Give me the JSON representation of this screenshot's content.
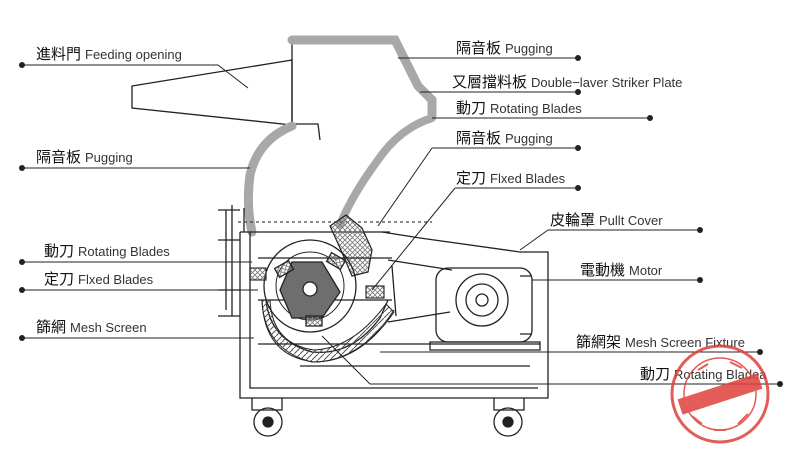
{
  "labels": {
    "feeding_opening": {
      "zh": "進料門",
      "en": "Feeding opening"
    },
    "pugging_top_right": {
      "zh": "隔音板",
      "en": "Pugging"
    },
    "double_layer_plate": {
      "zh": "又層擋料板",
      "en": "Double−laver Striker Plate"
    },
    "rotating_blades_top_right": {
      "zh": "動刀",
      "en": "Rotating Blades"
    },
    "pugging_mid_right": {
      "zh": "隔音板",
      "en": "Pugging"
    },
    "fixed_blades_right": {
      "zh": "定刀",
      "en": "Flxed Blades"
    },
    "pullt_cover": {
      "zh": "皮輪罩",
      "en": "Pullt Cover"
    },
    "motor": {
      "zh": "電動機",
      "en": "Motor"
    },
    "pugging_left": {
      "zh": "隔音板",
      "en": "Pugging"
    },
    "rotating_blades_left": {
      "zh": "動刀",
      "en": "Rotating Blades"
    },
    "fixed_blades_left": {
      "zh": "定刀",
      "en": "Flxed Blades"
    },
    "mesh_screen": {
      "zh": "篩網",
      "en": "Mesh Screen"
    },
    "mesh_screen_fixture": {
      "zh": "篩網架",
      "en": "Mesh Screen Fixture"
    },
    "rotating_blades_bottom": {
      "zh": "動刀",
      "en": "Rotating Bladea"
    }
  },
  "colors": {
    "line": "#222222",
    "pugging_fill": "#a8a8a8",
    "watermark": "#e0403c"
  },
  "icons": {
    "watermark": "protection-seal-stamp"
  }
}
